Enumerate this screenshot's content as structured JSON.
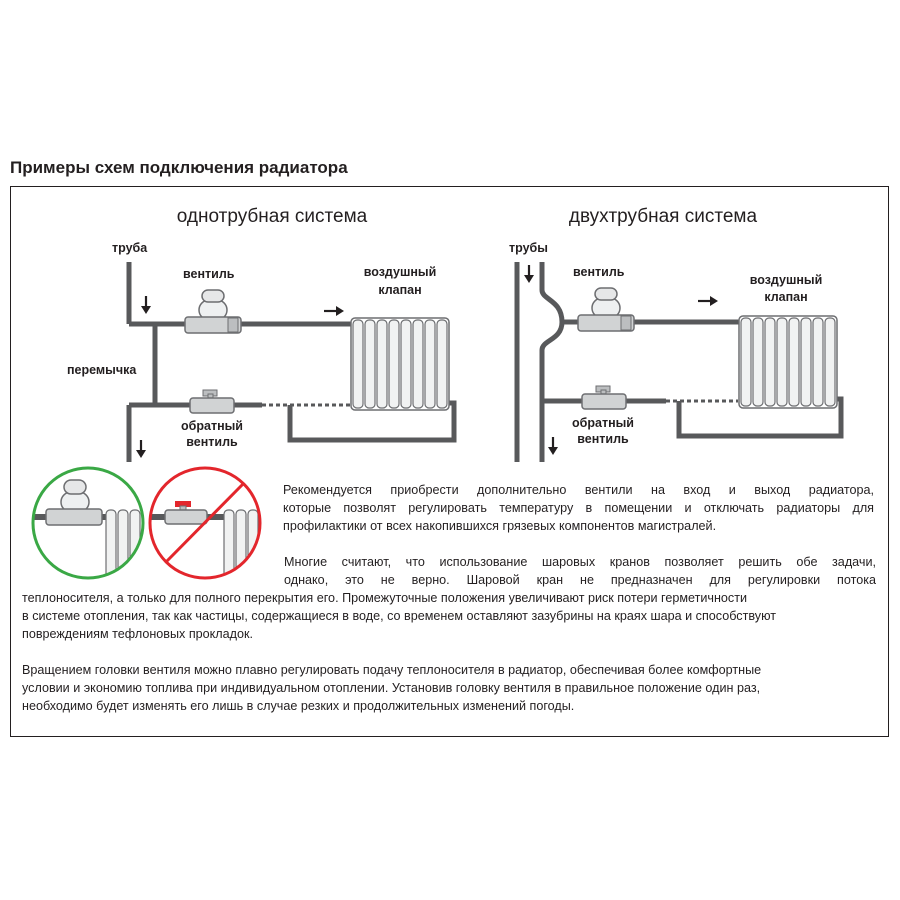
{
  "title": "Примеры схем подключения радиатора",
  "diagrams": {
    "one_pipe": {
      "heading": "однотрубная система",
      "pipe_label": "труба",
      "valve_label": "вентиль",
      "air_valve_label_1": "воздушный",
      "air_valve_label_2": "клапан",
      "bypass_label": "перемычка",
      "return_valve_label_1": "обратный",
      "return_valve_label_2": "вентиль"
    },
    "two_pipe": {
      "heading": "двухтрубная система",
      "pipe_label": "трубы",
      "valve_label": "вентиль",
      "air_valve_label_1": "воздушный",
      "air_valve_label_2": "клапан",
      "return_valve_label_1": "обратный",
      "return_valve_label_2": "вентиль"
    }
  },
  "examples": {
    "good_border_color": "#3aa845",
    "bad_border_color": "#e3262c"
  },
  "paragraphs": {
    "p1_lines": [
      "Рекомендуется приобрести дополнительно вентили на вход и выход радиатора,",
      "которые позволят регулировать температуру в помещении и отключать радиаторы для",
      "профилактики от всех накопившихся грязевых компонентов магистралей."
    ],
    "p2_lines": [
      "Многие считают, что использование шаровых кранов позволяет решить обе задачи,",
      "однако, это не верно. Шаровой кран не предназначен для регулировки потока",
      "теплоносителя, а только для полного перекрытия его. Промежуточные положения увеличивают риск потери герметичности",
      "в системе отопления, так как частицы, содержащиеся в воде, со временем оставляют зазубрины на краях шара и способствуют",
      "повреждениям тефлоновых прокладок."
    ],
    "p3_lines": [
      "Вращением головки вентиля можно плавно регулировать подачу теплоносителя в радиатор, обеспечивая более комфортные",
      "условии и экономию топлива при индивидуальном отоплении. Установив головку вентиля в правильное положение один раз,",
      "необходимо будет изменять его лишь в случае резких и продолжительных изменений погоды."
    ]
  }
}
